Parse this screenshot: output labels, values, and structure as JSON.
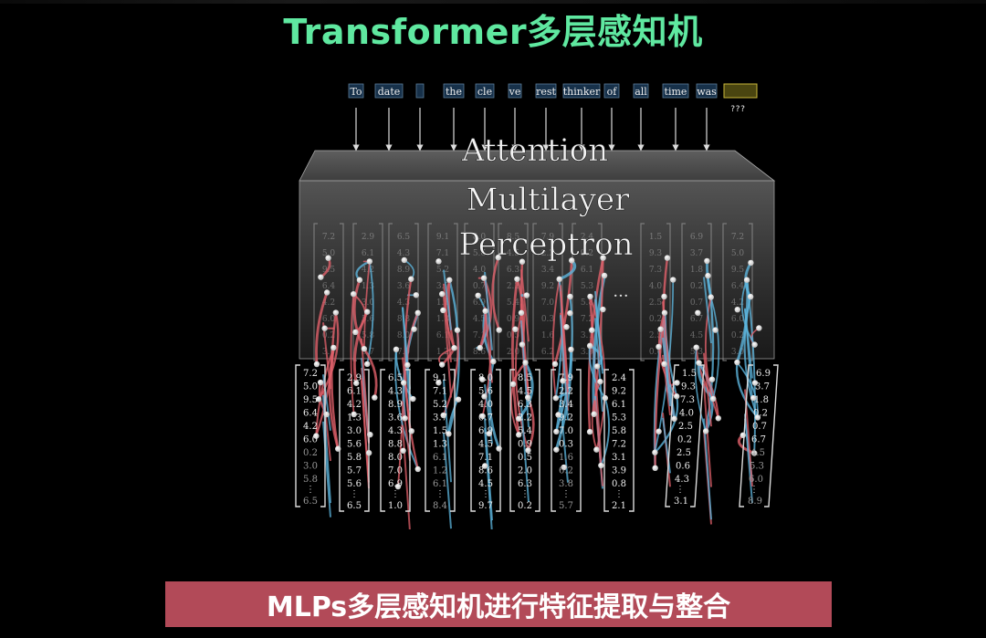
{
  "title": "Transformer多层感知机",
  "caption": "MLPs多层感知机进行特征提取与整合",
  "diagram": {
    "tokens": [
      "To",
      "date",
      "",
      "the",
      "cle",
      "ve",
      "rest",
      "thinker",
      "of",
      "all",
      "time",
      "was"
    ],
    "placeholder_token": "???",
    "layers": [
      "Attention",
      "Multilayer",
      "Perceptron"
    ],
    "ellipsis": "···",
    "columns": [
      [
        "7.2",
        "5.0",
        "9.5",
        "6.4",
        "4.2",
        "6.0",
        "0.2",
        "3.0",
        "5.8",
        "6.5"
      ],
      [
        "2.9",
        "6.1",
        "4.2",
        "1.3",
        "3.0",
        "5.6",
        "5.8",
        "5.7",
        "5.6",
        "6.5"
      ],
      [
        "6.5",
        "4.3",
        "8.9",
        "3.6",
        "4.3",
        "8.8",
        "8.0",
        "7.0",
        "6.9",
        "1.0"
      ],
      [
        "9.1",
        "7.1",
        "5.2",
        "3.7",
        "1.5",
        "1.3",
        "6.1",
        "1.2",
        "6.1",
        "8.4"
      ],
      [
        "8.0",
        "5.6",
        "4.0",
        "0.7",
        "6.9",
        "4.5",
        "7.1",
        "8.6",
        "4.5",
        "9.7"
      ],
      [
        "8.5",
        "4.5",
        "6.3",
        "2.2",
        "5.4",
        "0.9",
        "0.5",
        "2.0",
        "6.3",
        "0.2"
      ],
      [
        "7.9",
        "2.2",
        "3.4",
        "9.2",
        "7.0",
        "0.3",
        "1.6",
        "6.2",
        "3.8",
        "5.7"
      ],
      [
        "2.4",
        "9.2",
        "6.1",
        "5.3",
        "5.8",
        "7.2",
        "3.1",
        "3.9",
        "0.8",
        "2.1"
      ],
      [
        "1.5",
        "9.3",
        "7.3",
        "4.0",
        "2.5",
        "0.2",
        "2.5",
        "0.6",
        "4.3",
        "3.1"
      ],
      [
        "6.9",
        "3.7",
        "1.8",
        "0.2",
        "0.7",
        "6.7",
        "4.5",
        "5.3",
        "6.0",
        "8.9"
      ]
    ],
    "colors": {
      "red": "#e0606a",
      "blue": "#5cb4dc",
      "node": "#eaeaea",
      "text": "#eeeeee",
      "box": "#8a8a8a"
    }
  }
}
